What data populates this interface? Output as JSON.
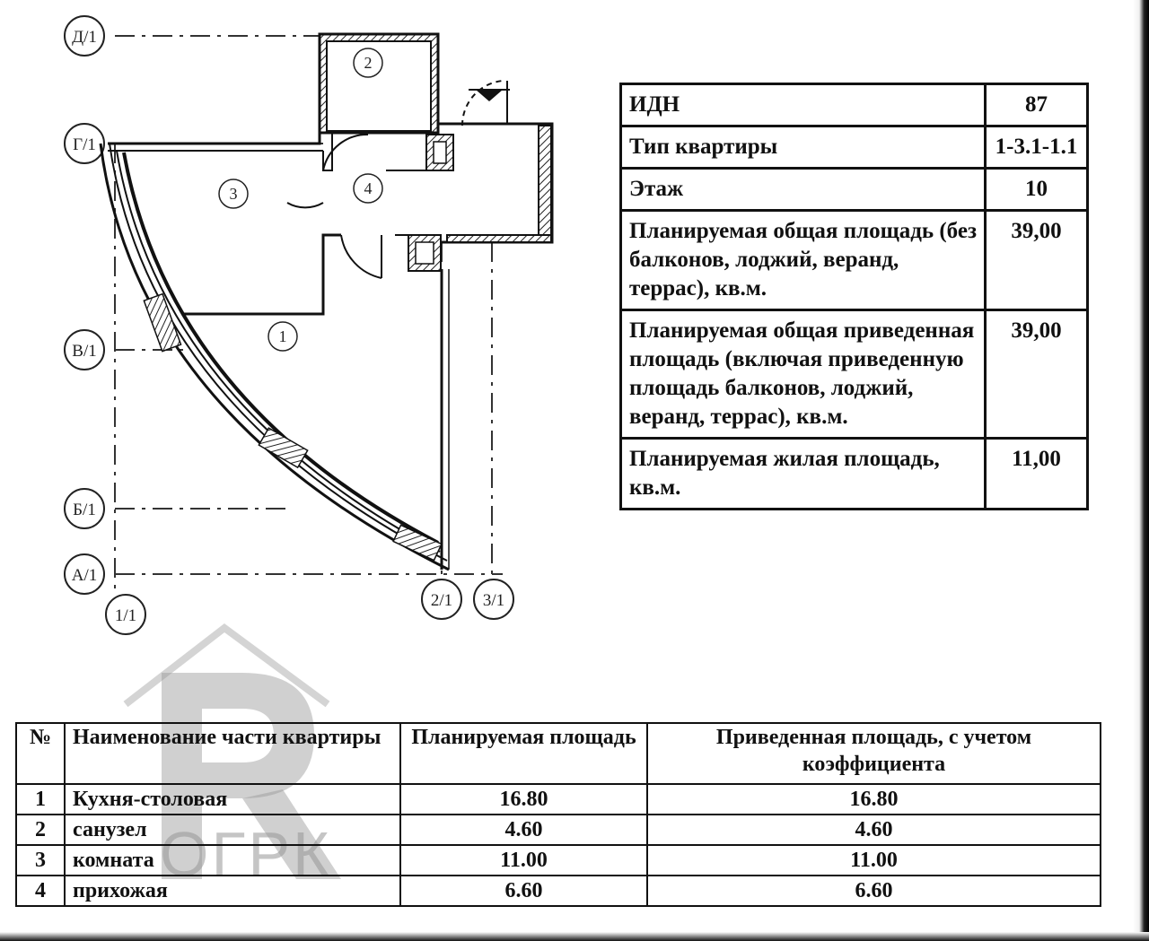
{
  "plan": {
    "axes_rows": [
      "Д/1",
      "Г/1",
      "В/1",
      "Б/1",
      "А/1"
    ],
    "axes_cols": [
      "1/1",
      "2/1",
      "3/1"
    ],
    "rooms": [
      "1",
      "2",
      "3",
      "4"
    ]
  },
  "info": {
    "rows": [
      {
        "label": "ИДН",
        "value": "87"
      },
      {
        "label": "Тип квартиры",
        "value": "1-3.1-1.1"
      },
      {
        "label": "Этаж",
        "value": "10"
      },
      {
        "label": "Планируемая общая площадь (без балконов, лоджий, веранд, террас), кв.м.",
        "value": "39,00"
      },
      {
        "label": "Планируемая общая приведенная площадь (включая приведенную площадь балконов, лоджий, веранд, террас), кв.м.",
        "value": "39,00"
      },
      {
        "label": "Планируемая жилая площадь, кв.м.",
        "value": "11,00"
      }
    ]
  },
  "parts": {
    "headers": {
      "num": "№",
      "name": "Наименование части квартиры",
      "planned": "Планируемая площадь",
      "reduced": "Приведенная площадь, с учетом коэффициента"
    },
    "rows": [
      {
        "num": "1",
        "name": "Кухня-столовая",
        "planned": "16.80",
        "reduced": "16.80"
      },
      {
        "num": "2",
        "name": "санузел",
        "planned": "4.60",
        "reduced": "4.60"
      },
      {
        "num": "3",
        "name": "комната",
        "planned": "11.00",
        "reduced": "11.00"
      },
      {
        "num": "4",
        "name": "прихожая",
        "planned": "6.60",
        "reduced": "6.60"
      }
    ]
  },
  "watermark": {
    "text": "ОГРК"
  }
}
